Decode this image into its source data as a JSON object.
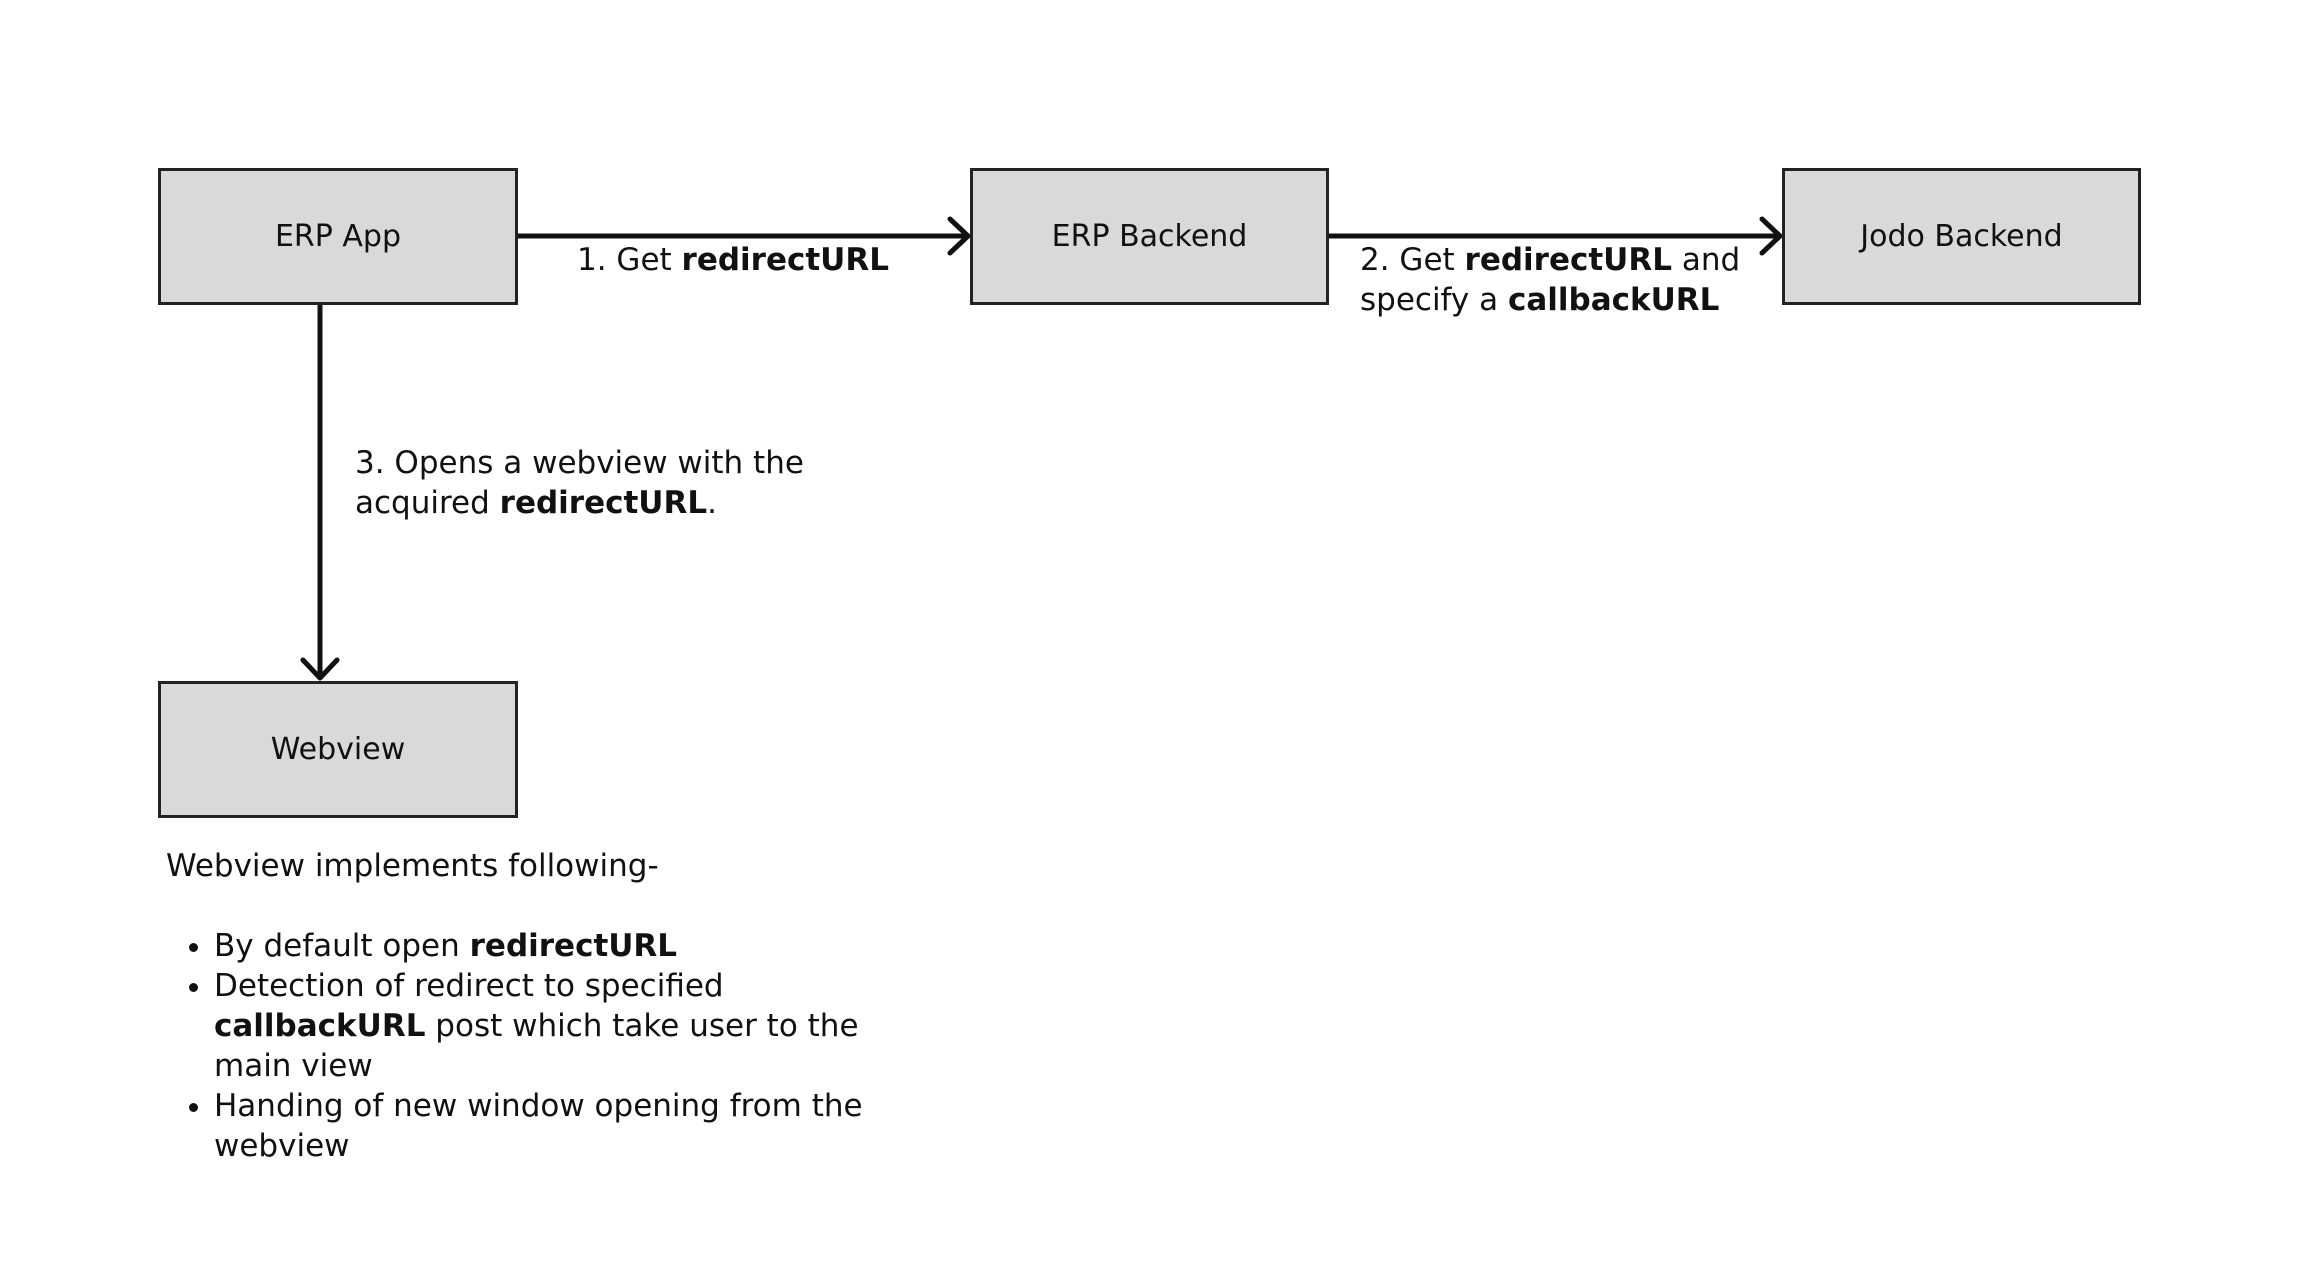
{
  "nodes": {
    "erp_app": "ERP App",
    "erp_backend": "ERP Backend",
    "jodo_backend": "Jodo Backend",
    "webview": "Webview"
  },
  "edges": {
    "step1": {
      "prefix": "1. Get ",
      "bold": "redirectURL"
    },
    "step2": {
      "line1_prefix": "2. Get ",
      "line1_bold": "redirectURL",
      "line1_suffix": " and",
      "line2_prefix": "specify a ",
      "line2_bold": "callbackURL"
    },
    "step3": {
      "line1": "3. Opens a webview with the",
      "line2_prefix": "acquired ",
      "line2_bold": "redirectURL",
      "line2_suffix": "."
    }
  },
  "notes": {
    "intro": "Webview implements following-",
    "items": [
      {
        "prefix": "By default open ",
        "bold": "redirectURL",
        "suffix": ""
      },
      {
        "prefix": "Detection of redirect to specified ",
        "bold": "callbackURL",
        "suffix": " post which take user to the main view"
      },
      {
        "prefix": "Handing of new window opening from the webview",
        "bold": "",
        "suffix": ""
      }
    ]
  },
  "colors": {
    "node_fill": "#d9d9d9",
    "node_border": "#222222",
    "connector": "#111111",
    "text": "#111111"
  }
}
